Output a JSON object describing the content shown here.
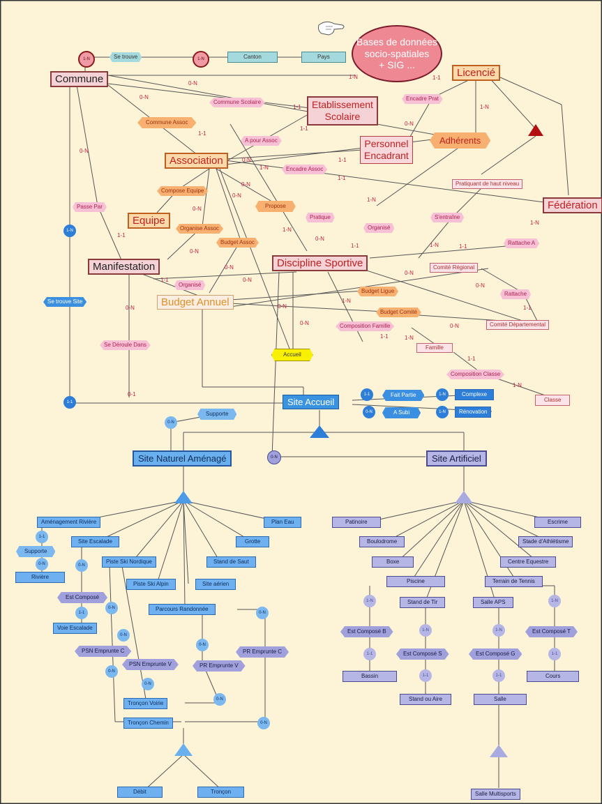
{
  "banner": {
    "lines": [
      "Bases de données",
      "socio-spatiales",
      "+ SIG ..."
    ]
  },
  "entities": {
    "commune": "Commune",
    "canton": "Canton",
    "pays": "Pays",
    "licencie": "Licencié",
    "etablissement": [
      "Etablissement",
      "Scolaire"
    ],
    "association": "Association",
    "personnel": [
      "Personnel",
      "Encadrant"
    ],
    "adherents": "Adhérents",
    "equipe": "Equipe",
    "manifestation": "Manifestation",
    "discipline": "Discipline Sportive",
    "budget": "Budget Annuel",
    "federation": "Fédération",
    "pratiquant_haut_niveau": "Pratiquant de haut niveau",
    "comite_regional": "Comité Régional",
    "comite_departemental": "Comité Départemental",
    "famille": "Famille",
    "classe": "Classe",
    "site_accueil": "Site Accueil",
    "complexe": "Complexe",
    "renovation": "Rénovation",
    "site_naturel": "Site Naturel Aménagé",
    "site_artificiel": "Site Artificiel"
  },
  "relations": {
    "se_trouve": "Se trouve",
    "commune_scolaire": "Commune Scolaire",
    "commune_assoc": "Commune Assoc",
    "a_pour_assoc": "A pour Assoc",
    "encadre_prat": "Encadre Prat",
    "encadre_assoc": "Encadre Assoc",
    "compose_equipe": "Compose Equipe",
    "passe_par": "Passe Par",
    "organise_assoc": "Organise Assoc",
    "propose": "Propose",
    "pratique": "Pratique",
    "organise_1": "Organisé",
    "organise_2": "Organisé",
    "s_entraine": "S'entraîne",
    "rattache_a": "Rattache A",
    "rattache": "Rattache",
    "budget_assoc": "Budget Assoc",
    "budget_ligue": "Budget Ligue",
    "budget_comite": "Budget Comité",
    "composition_famille": "Composition Famille",
    "composition_classe": "Composition Classe",
    "se_deroule_dans": "Se Déroule Dans",
    "se_trouve_site": "Se trouve Site",
    "accueil": "Accueil",
    "fait_partie": "Fait Partie",
    "a_subi": "A Subi",
    "supporte_top": "Supporte"
  },
  "cardinalities": {
    "c1": "1-N",
    "c2": "1-N",
    "c3": "1-N",
    "c4": "1-1",
    "c5": "0-N",
    "c6": "1-1",
    "c7": "1-N",
    "c8": "0-N",
    "c9": "1-1",
    "c10": "1-1",
    "c11": "0-N",
    "c12": "0-N",
    "c13": "1-1",
    "c14": "0-N",
    "c15": "1-N",
    "c16": "1-1",
    "c17": "1-N",
    "c18": "0-N",
    "c19": "0-N",
    "c20": "0-N",
    "c21": "1-N",
    "c22": "1-N",
    "c23": "1-N",
    "c24": "1-1",
    "c25": "1-1",
    "c26": "0-N",
    "c27": "1-N",
    "c28": "0-N",
    "c29": "1-1",
    "c30": "0-N",
    "c31": "0-N",
    "c32": "0-N",
    "c33": "0-N",
    "c34": "1-1",
    "c35": "0-1",
    "c36": "1-1",
    "c37": "1-N",
    "c38": "1-1",
    "c39": "1-N",
    "c40": "0-N",
    "c41": "0-N",
    "c42": "1-1",
    "c43": "1-N",
    "c44": "0-N",
    "c45": "1-1",
    "c46": "1-N",
    "c47": "1-1",
    "c48": "0-N",
    "c49": "0-N",
    "c50": "1-N",
    "c51": "0-N",
    "c52": "0-N"
  },
  "naturel": {
    "amenagement_riviere": "Aménagement Rivière",
    "supporte": "Supporte",
    "riviere": "Rivière",
    "site_escalade": "Site Escalade",
    "est_compose": "Est Composé",
    "voie_escalade": "Voie Escalade",
    "piste_ski_nordique": "Piste Ski Nordique",
    "piste_ski_alpin": "Piste Ski Alpin",
    "site_aerien": "Site aérien",
    "stand_de_saut": "Stand de Saut",
    "grotte": "Grotte",
    "plan_eau": "Plan Eau",
    "parcours_randonnee": "Parcours Randonnée",
    "psn_emprunte_c": "PSN Emprunte C",
    "psn_emprunte_v": "PSN Emprunte V",
    "pr_emprunte_v": "PR Emprunte V",
    "pr_emprunte_c": "PR Emprunte C",
    "troncon_voirie": "Tronçon Voirie",
    "troncon_chemin": "Tronçon Chemin",
    "debit": "Débit",
    "troncon": "Tronçon"
  },
  "artificiel": {
    "patinoire": "Patinoire",
    "boulodrome": "Boulodrome",
    "boxe": "Boxe",
    "piscine": "Piscine",
    "stand_de_tir": "Stand de Tir",
    "salle_aps": "Salle APS",
    "terrain_tennis": "Terrain de Tennis",
    "centre_equestre": "Centre Equestre",
    "stade_athletisme": "Stade d'Athlétisme",
    "escrime": "Escrime",
    "est_compose_b": "Est Composé B",
    "est_compose_s": "Est Composé S",
    "est_compose_g": "Est Composé G",
    "est_compose_t": "Est Composé T",
    "bassin": "Bassin",
    "stand_ou_aire": "Stand ou Aire",
    "salle": "Salle",
    "cours": "Cours",
    "salle_multisports": "Salle Multisports"
  },
  "colors": {
    "background": "#fdf4d8",
    "frame": "#333333",
    "entity": "#f9d8dc",
    "relation": "#f8c0d4",
    "site_blue": "#6fb0f0",
    "site_lavender": "#b5b6e5",
    "banner": "#ee8893"
  }
}
